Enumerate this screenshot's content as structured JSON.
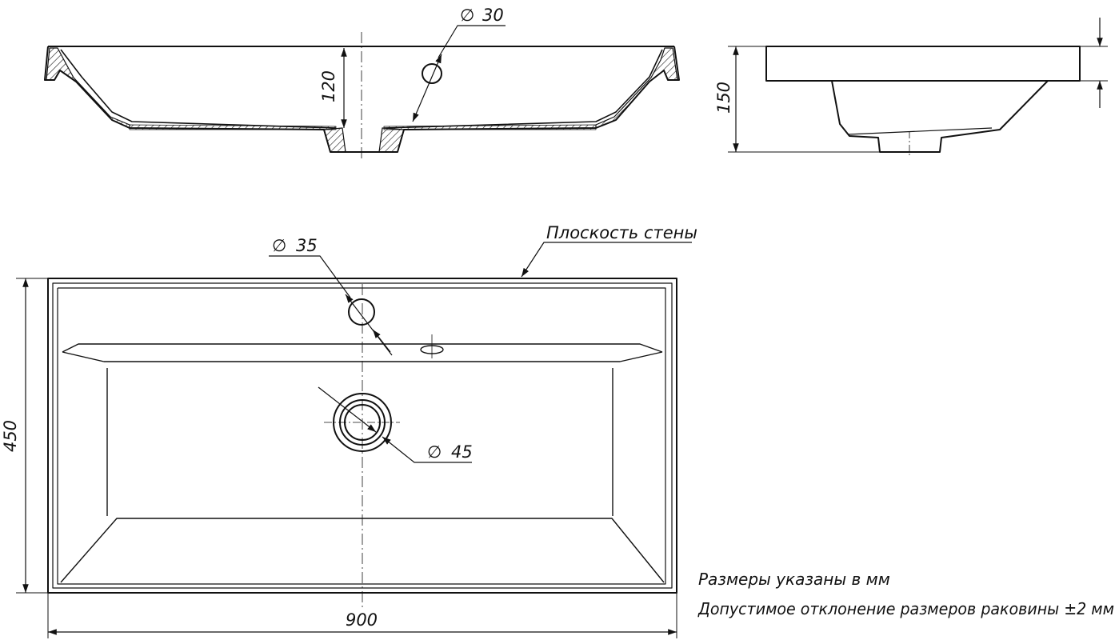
{
  "section_view": {
    "height_dim": "120",
    "tap_hole_dim": "30"
  },
  "side_view": {
    "height_dim": "150"
  },
  "plan_view": {
    "tap_hole_dim": "35",
    "drain_dim": "45",
    "width_dim": "900",
    "depth_dim": "450",
    "wall_label": "Плоскость стены"
  },
  "notes": {
    "units": "Размеры указаны в мм",
    "tolerance": "Допустимое отклонение размеров раковины ±2 мм"
  },
  "diameter_symbol": "∅",
  "colors": {
    "line": "#111111",
    "background": "#ffffff"
  }
}
